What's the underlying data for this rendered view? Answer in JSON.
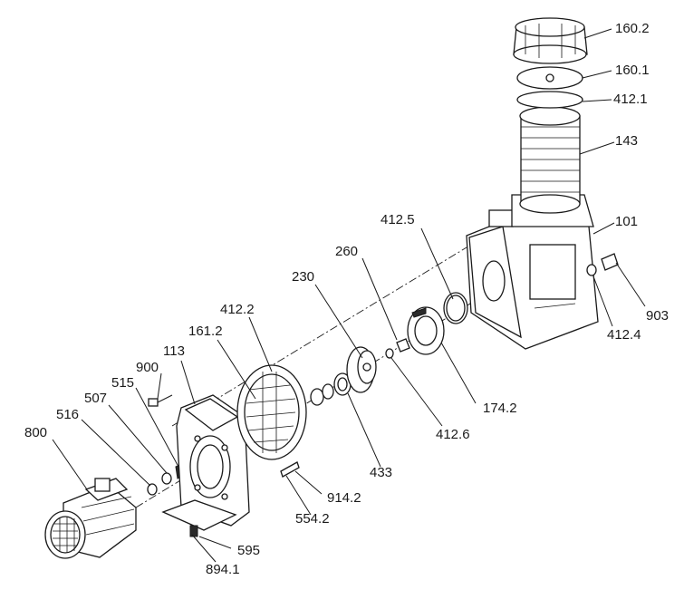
{
  "labels": {
    "l1602": "160.2",
    "l1601": "160.1",
    "l4121": "412.1",
    "l143": "143",
    "l101": "101",
    "l4125": "412.5",
    "l260": "260",
    "l230": "230",
    "l4122": "412.2",
    "l1612": "161.2",
    "l113": "113",
    "l900": "900",
    "l515": "515",
    "l507": "507",
    "l516": "516",
    "l800": "800",
    "l903": "903",
    "l4124": "412.4",
    "l1742": "174.2",
    "l4126": "412.6",
    "l433": "433",
    "l9142": "914.2",
    "l5542": "554.2",
    "l595": "595",
    "l8941": "894.1"
  }
}
